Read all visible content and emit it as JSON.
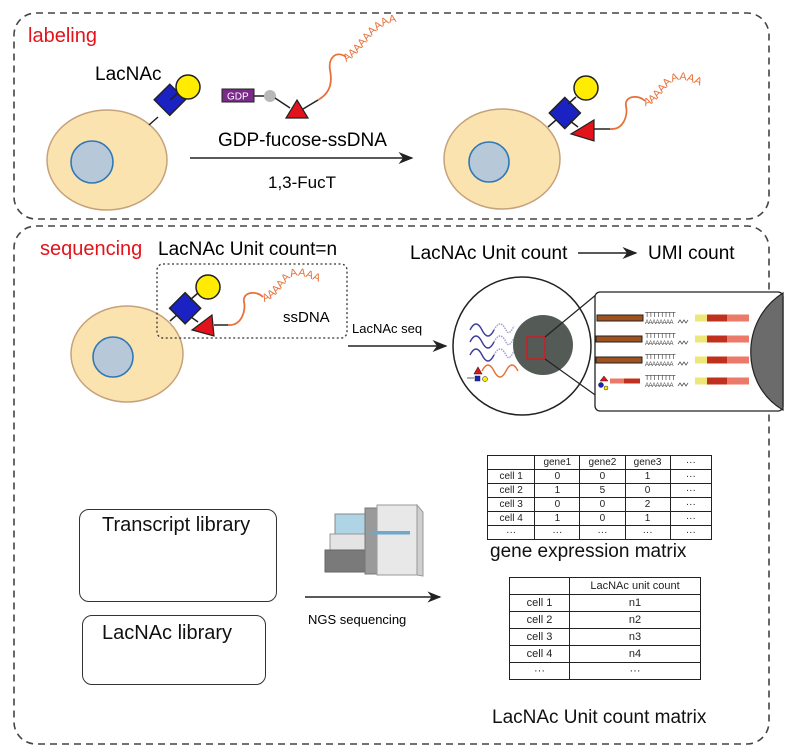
{
  "labeling": {
    "section_label": "labeling",
    "lacnac_label": "LacNAc",
    "gdp_tag": "GDP",
    "reagent_label": "GDP-fucose-ssDNA",
    "enzyme_label": "1,3-FucT",
    "polyA_text": "AAAAAAAAA"
  },
  "sequencing": {
    "section_label": "sequencing",
    "unit_count_label": "LacNAc Unit count=n",
    "ssdna_label": "ssDNA",
    "seq_arrow_label": "LacNAc seq",
    "mapping_left": "LacNAc Unit count",
    "mapping_right": "UMI count",
    "bead_oligo_T": "TTTTTTTT",
    "bead_oligo_A": "AAAAAAAA",
    "transcript_library_title": "Transcript library",
    "lacnac_library_title": "LacNAc library",
    "ngs_label": "NGS sequencing",
    "gene_matrix": {
      "caption": "gene expression matrix",
      "headers": [
        "",
        "gene1",
        "gene2",
        "gene3",
        "···"
      ],
      "rows": [
        [
          "cell 1",
          "0",
          "0",
          "1",
          "···"
        ],
        [
          "cell 2",
          "1",
          "5",
          "0",
          "···"
        ],
        [
          "cell 3",
          "0",
          "0",
          "2",
          "···"
        ],
        [
          "cell 4",
          "1",
          "0",
          "1",
          "···"
        ],
        [
          "···",
          "···",
          "···",
          "···",
          "···"
        ]
      ]
    },
    "lacnac_matrix": {
      "caption": "LacNAc Unit count matrix",
      "headers": [
        "",
        "LacNAc unit count"
      ],
      "rows": [
        [
          "cell 1",
          "n1"
        ],
        [
          "cell 2",
          "n2"
        ],
        [
          "cell 3",
          "n3"
        ],
        [
          "cell 4",
          "n4"
        ],
        [
          "···",
          "···"
        ]
      ]
    }
  },
  "colors": {
    "section_label": "#e3131b",
    "cell": "#fbe3b0",
    "nucleus": "#b7c8d9",
    "galactose": "#ffec00",
    "glcnac": "#1a22c4",
    "fucose": "#e3131b",
    "ssdna": "#e8703a",
    "gdp": "#7b2a8a",
    "barcode_blue": "#2a4fb0",
    "transcript_brown": "#a0521e",
    "umi_yellow": "#ede77a",
    "dark_red": "#c0301f",
    "light_red": "#ec7a6a"
  }
}
